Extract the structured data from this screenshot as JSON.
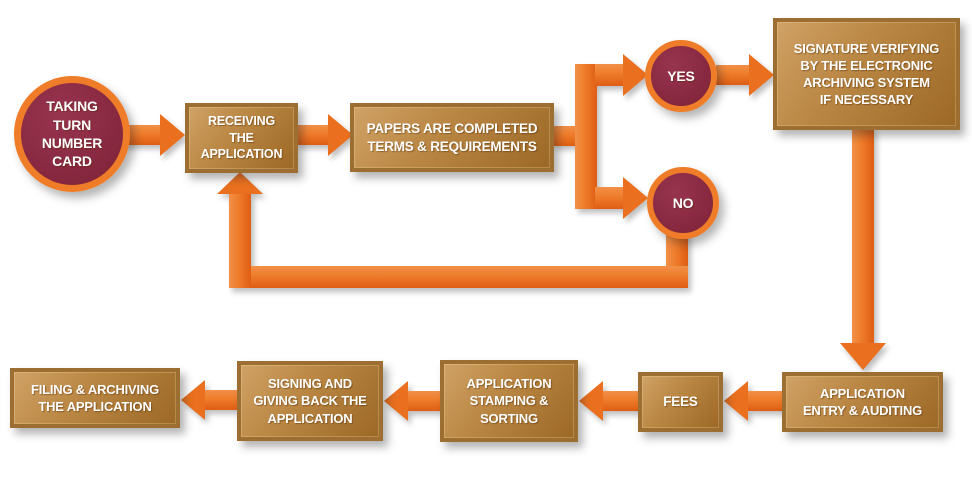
{
  "diagram": {
    "type": "flowchart",
    "background": "#FFFFFF",
    "nodes": {
      "start": {
        "shape": "circle",
        "label": "TAKING\nTURN\nNUMBER\nCARD"
      },
      "receiving": {
        "shape": "box",
        "label": "RECEIVING\nTHE\nAPPLICATION"
      },
      "papers": {
        "shape": "box",
        "label": "PAPERS ARE COMPLETED\nTERMS & REQUIREMENTS"
      },
      "yes": {
        "shape": "circle",
        "label": "YES"
      },
      "no": {
        "shape": "circle",
        "label": "NO"
      },
      "signature": {
        "shape": "box",
        "label": "SIGNATURE VERIFYING\nBY THE ELECTRONIC\nARCHIVING SYSTEM\nIF NECESSARY"
      },
      "entry": {
        "shape": "box",
        "label": "APPLICATION\nENTRY & AUDITING"
      },
      "fees": {
        "shape": "box",
        "label": "FEES"
      },
      "stamping": {
        "shape": "box",
        "label": "APPLICATION\nSTAMPING &\nSORTING"
      },
      "signing": {
        "shape": "box",
        "label": "SIGNING AND\nGIVING BACK THE\nAPPLICATION"
      },
      "filing": {
        "shape": "box",
        "label": "FILING & ARCHIVING\nTHE APPLICATION"
      }
    },
    "edges": [
      {
        "from": "start",
        "to": "receiving"
      },
      {
        "from": "receiving",
        "to": "papers"
      },
      {
        "from": "papers",
        "to": "yes",
        "branch": "decision"
      },
      {
        "from": "papers",
        "to": "no",
        "branch": "decision"
      },
      {
        "from": "yes",
        "to": "signature"
      },
      {
        "from": "no",
        "to": "receiving",
        "style": "loop-back"
      },
      {
        "from": "signature",
        "to": "entry"
      },
      {
        "from": "entry",
        "to": "fees"
      },
      {
        "from": "fees",
        "to": "stamping"
      },
      {
        "from": "stamping",
        "to": "signing"
      },
      {
        "from": "signing",
        "to": "filing"
      }
    ],
    "colors": {
      "arrow_orange": "#ED7524",
      "arrow_orange_dark": "#DF5D14",
      "arrow_orange_light": "#F29048",
      "circle_fill_maroon": "#8A2A42",
      "circle_ring_orange": "#EE7C28",
      "box_gold_light": "#D0A266",
      "box_gold_dark": "#9D6826",
      "box_border": "#9C6E31",
      "label_text": "#FFFFFF"
    }
  }
}
